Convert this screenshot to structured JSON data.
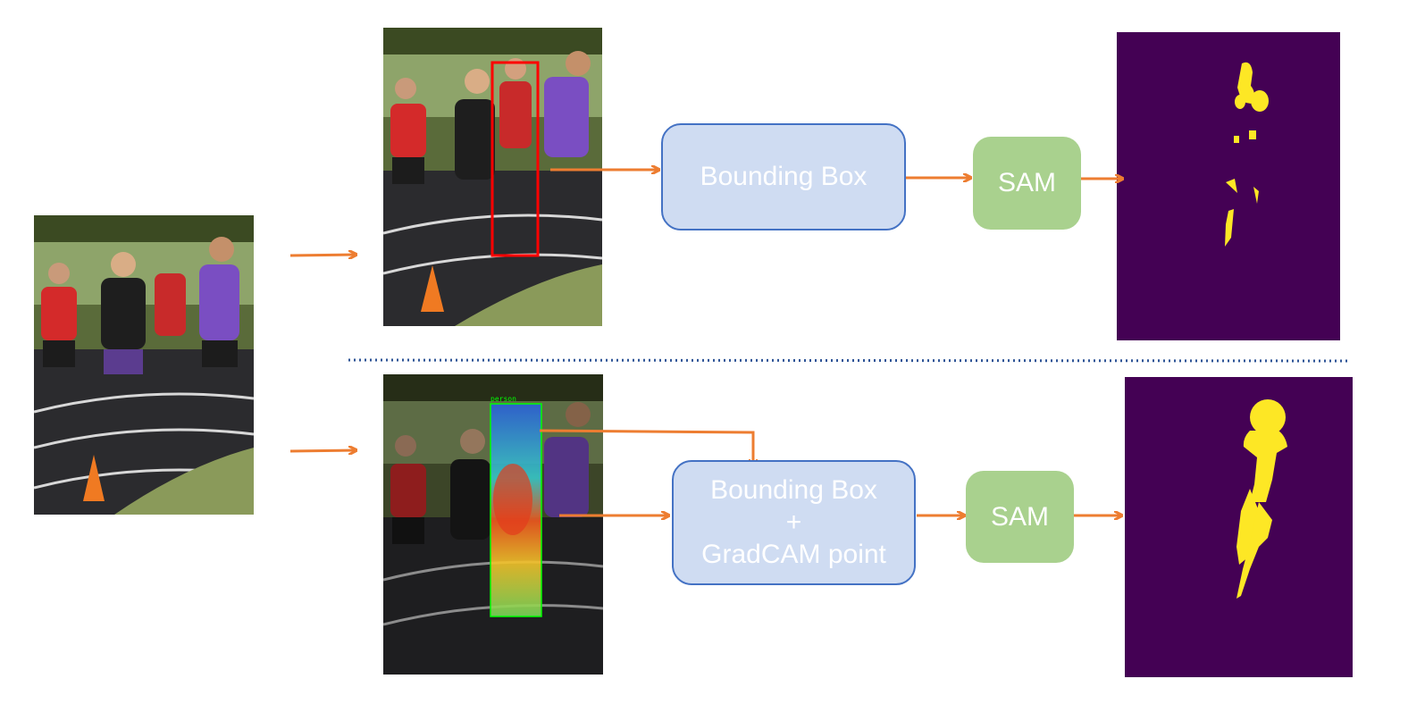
{
  "diagram": {
    "top_pipeline": {
      "node_bbox": {
        "label": "Bounding Box"
      },
      "node_sam": {
        "label": "SAM"
      }
    },
    "bottom_pipeline": {
      "node_bbox": {
        "line1": "Bounding Box",
        "line2": "+",
        "line3": "GradCAM point"
      },
      "node_sam": {
        "label": "SAM"
      },
      "detection_label": "person"
    },
    "colors": {
      "arrow": "#ed7d31",
      "bbox_fill": "#cfdcf2",
      "bbox_border": "#4472c4",
      "sam_fill": "#a9d18e",
      "mask_background": "#440154",
      "mask_foreground": "#fde725",
      "divider": "#2f5597",
      "red_box": "#ff0000",
      "green_box": "#00ff00"
    }
  }
}
